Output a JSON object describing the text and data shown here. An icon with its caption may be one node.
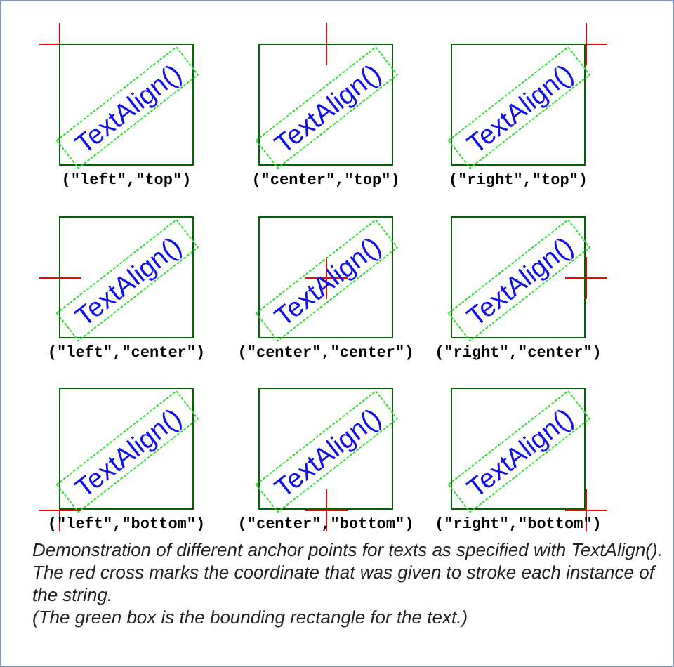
{
  "diagram": {
    "caption": "Demonstration of different anchor points for texts as specified with TextAlign(). The red cross marks the coordinate that was given to stroke each instance of the string.",
    "nodes": [
      {
        "text": [
          "TextAlign()"
        ],
        "beside": [
          "(\"left\",\"top\")"
        ]
      },
      {
        "text": [
          "TextAlign()"
        ],
        "beside": [
          "(\"center\",\"top\")"
        ]
      },
      {
        "text": [
          "TextAlign()"
        ],
        "beside": [
          "(\"right\",\"top\")"
        ]
      },
      {
        "text": [
          "TextAlign()"
        ],
        "beside": [
          "(\"left\",\"center\")"
        ]
      },
      {
        "text": [
          "TextAlign()"
        ],
        "beside": [
          "(\"center\",\"center\")"
        ]
      },
      {
        "text": [
          "TextAlign()"
        ],
        "beside": [
          "(\"right\",\"center\")"
        ]
      },
      {
        "text": [
          "TextAlign()"
        ],
        "beside": [
          "(\"left\",\"bottom\")"
        ]
      },
      {
        "text": [
          "TextAlign()"
        ],
        "beside": [
          "(\"center\",\"bottom\")"
        ]
      },
      {
        "text": [
          "TextAlign()"
        ],
        "beside": [
          "(\"right\",\"bottom\")"
        ]
      }
    ],
    "labels": [
      "(The green box is the bounding rectangle for the text.)"
    ]
  }
}
